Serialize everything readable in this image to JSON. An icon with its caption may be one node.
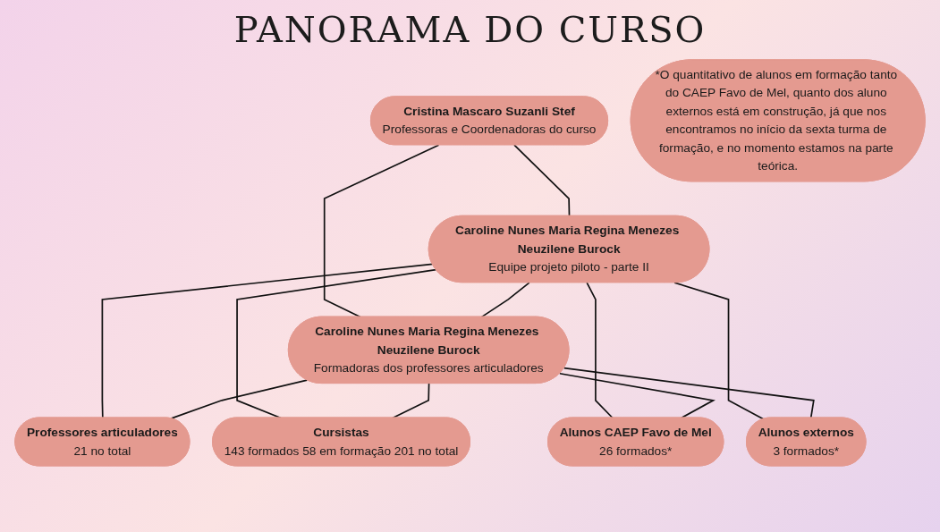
{
  "diagram": {
    "title": "PANORAMA DO CURSO",
    "nodes": [
      {
        "text": [
          "Cristina Mascaro Suzanli Stef",
          "Professoras e Coordenadoras do curso"
        ]
      },
      {
        "text": [
          "Caroline Nunes Maria Regina Menezes Neuzilene Burock",
          "Equipe projeto piloto - parte II"
        ]
      },
      {
        "text": [
          "Caroline Nunes Maria Regina Menezes Neuzilene Burock",
          "Formadoras dos professores articuladores"
        ]
      },
      {
        "text": [
          "Professores articuladores",
          "21 no total"
        ]
      },
      {
        "text": [
          "Cursistas",
          "143 formados 58 em formação 201 no total"
        ]
      },
      {
        "text": [
          "Alunos CAEP Favo de Mel",
          "26 formados*"
        ]
      },
      {
        "text": [
          "Alunos externos",
          "3 formados*"
        ]
      },
      {
        "text": [
          "*O quantitativo de alunos em formação tanto do CAEP Favo de Mel, quanto dos aluno externos está em construção, já que nos encontramos no início da sexta turma de formação, e no momento estamos na parte teórica."
        ]
      }
    ],
    "edges": [
      {
        "from": 0,
        "to": 1,
        "arrow": "none"
      },
      {
        "from": 0,
        "to": 2,
        "arrow": "none"
      },
      {
        "from": 1,
        "to": 2,
        "arrow": "none"
      },
      {
        "from": 1,
        "to": 3,
        "arrow": "none"
      },
      {
        "from": 1,
        "to": 4,
        "arrow": "none"
      },
      {
        "from": 1,
        "to": 5,
        "arrow": "none"
      },
      {
        "from": 1,
        "to": 6,
        "arrow": "none"
      },
      {
        "from": 2,
        "to": 3,
        "arrow": "none"
      },
      {
        "from": 2,
        "to": 4,
        "arrow": "none"
      },
      {
        "from": 2,
        "to": 5,
        "arrow": "none"
      },
      {
        "from": 2,
        "to": 6,
        "arrow": "none"
      }
    ]
  }
}
